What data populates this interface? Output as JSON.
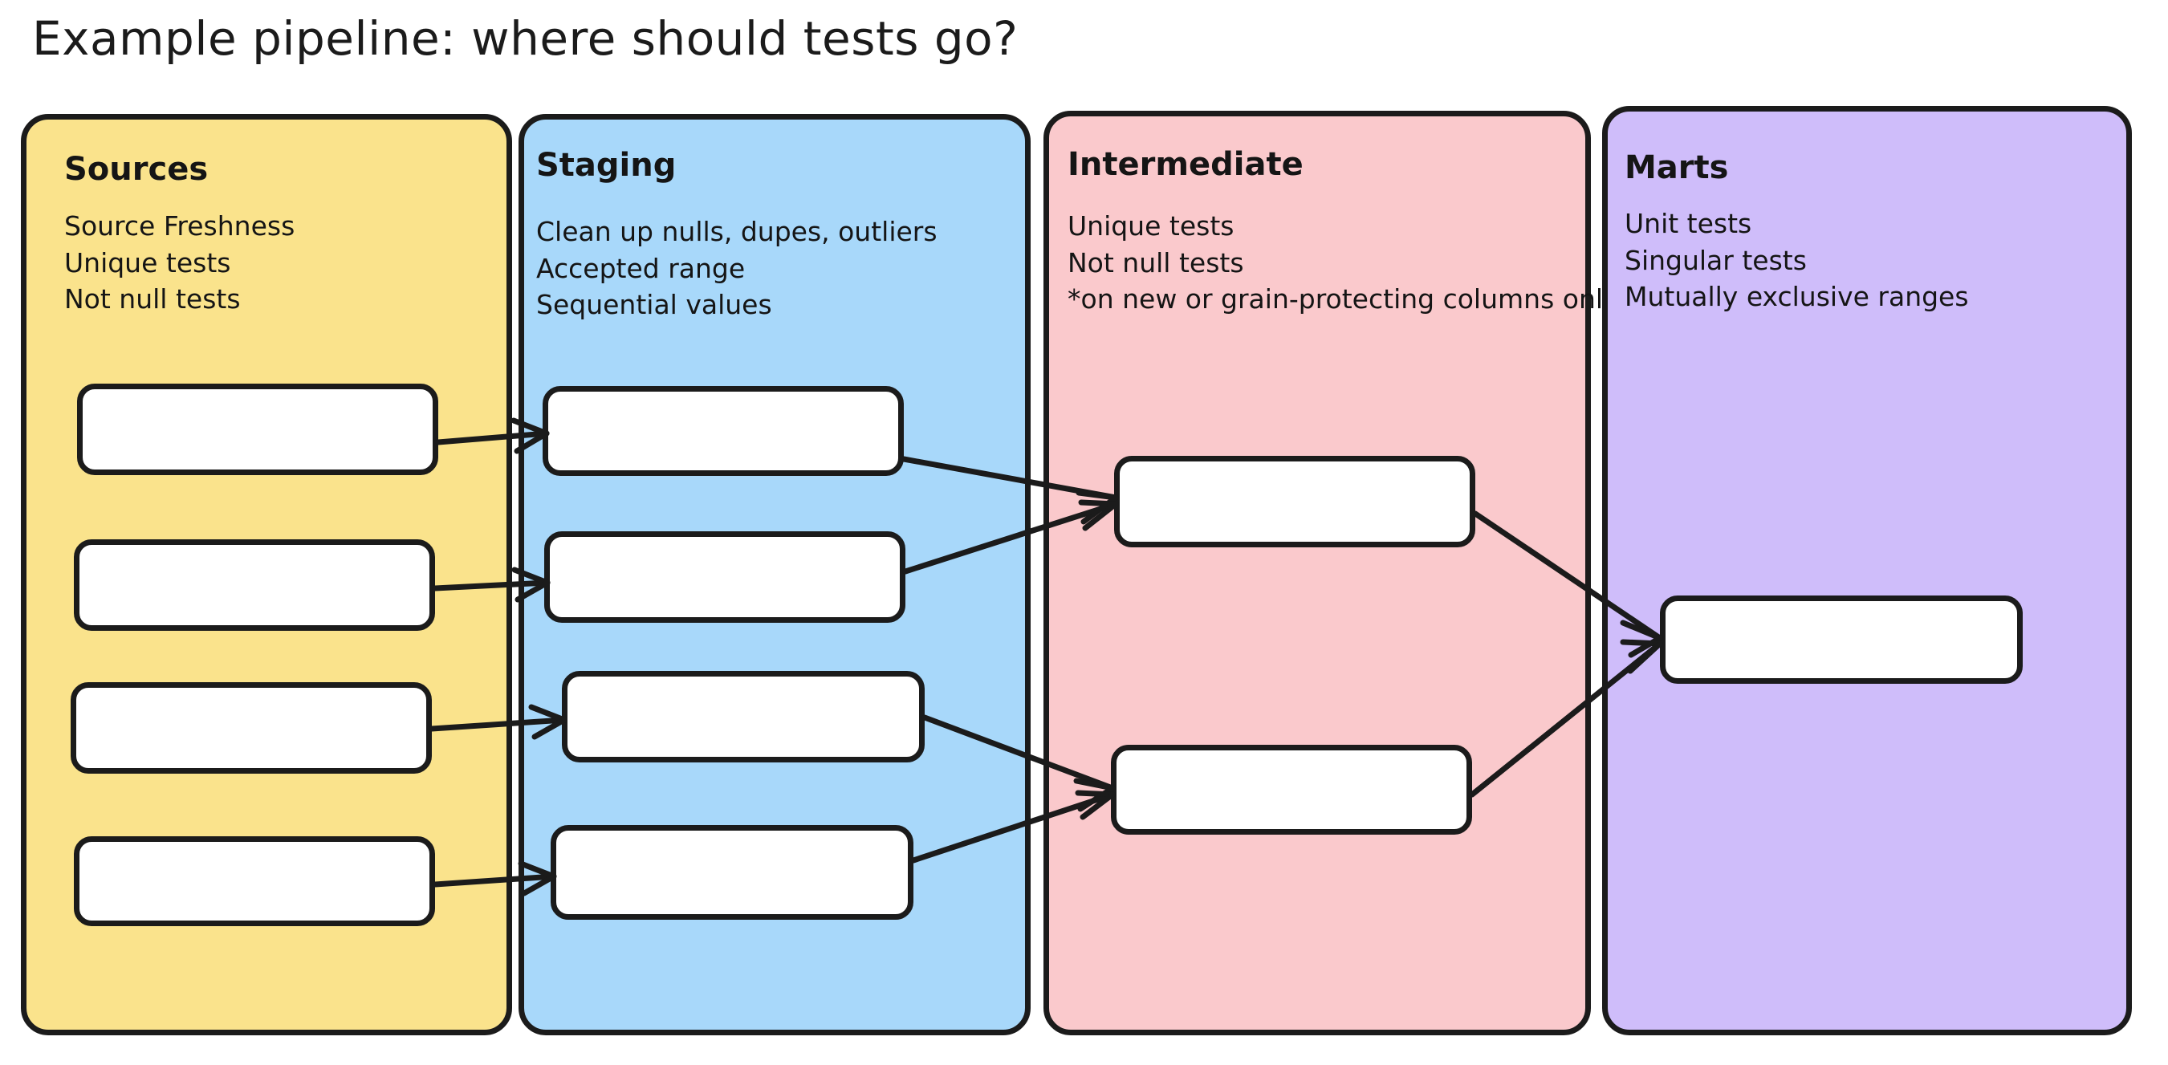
{
  "title": "Example pipeline: where should tests go?",
  "lanes": [
    {
      "id": "sources",
      "heading": "Sources",
      "color": "#FAE38C",
      "notes": [
        "Source Freshness",
        "Unique tests",
        "Not null tests"
      ],
      "nodes": [
        "source-node-1",
        "source-node-2",
        "source-node-3",
        "source-node-4"
      ]
    },
    {
      "id": "staging",
      "heading": "Staging",
      "color": "#A8D8FA",
      "notes": [
        "Clean up nulls, dupes, outliers",
        "Accepted range",
        "Sequential values"
      ],
      "nodes": [
        "staging-node-1",
        "staging-node-2",
        "staging-node-3",
        "staging-node-4"
      ]
    },
    {
      "id": "intermediate",
      "heading": "Intermediate",
      "color": "#FAC9CC",
      "notes": [
        "Unique tests",
        "Not null tests",
        "*on new or grain-protecting columns only"
      ],
      "nodes": [
        "intermediate-node-1",
        "intermediate-node-2"
      ]
    },
    {
      "id": "marts",
      "heading": "Marts",
      "color": "#CFBDFA",
      "notes": [
        "Unit tests",
        "Singular tests",
        "Mutually exclusive ranges"
      ],
      "nodes": [
        "marts-node-1"
      ]
    }
  ],
  "colors": {
    "stroke": "#1b1b1b",
    "node_fill": "#ffffff",
    "page_background": "#ffffff",
    "text": "#151515"
  },
  "edges": [
    {
      "from": "source-node-1",
      "to": "staging-node-1"
    },
    {
      "from": "source-node-2",
      "to": "staging-node-2"
    },
    {
      "from": "source-node-3",
      "to": "staging-node-3"
    },
    {
      "from": "source-node-4",
      "to": "staging-node-4"
    },
    {
      "from": "staging-node-1",
      "to": "intermediate-node-1"
    },
    {
      "from": "staging-node-2",
      "to": "intermediate-node-1"
    },
    {
      "from": "staging-node-3",
      "to": "intermediate-node-2"
    },
    {
      "from": "staging-node-4",
      "to": "intermediate-node-2"
    },
    {
      "from": "intermediate-node-1",
      "to": "marts-node-1"
    },
    {
      "from": "intermediate-node-2",
      "to": "marts-node-1"
    }
  ]
}
